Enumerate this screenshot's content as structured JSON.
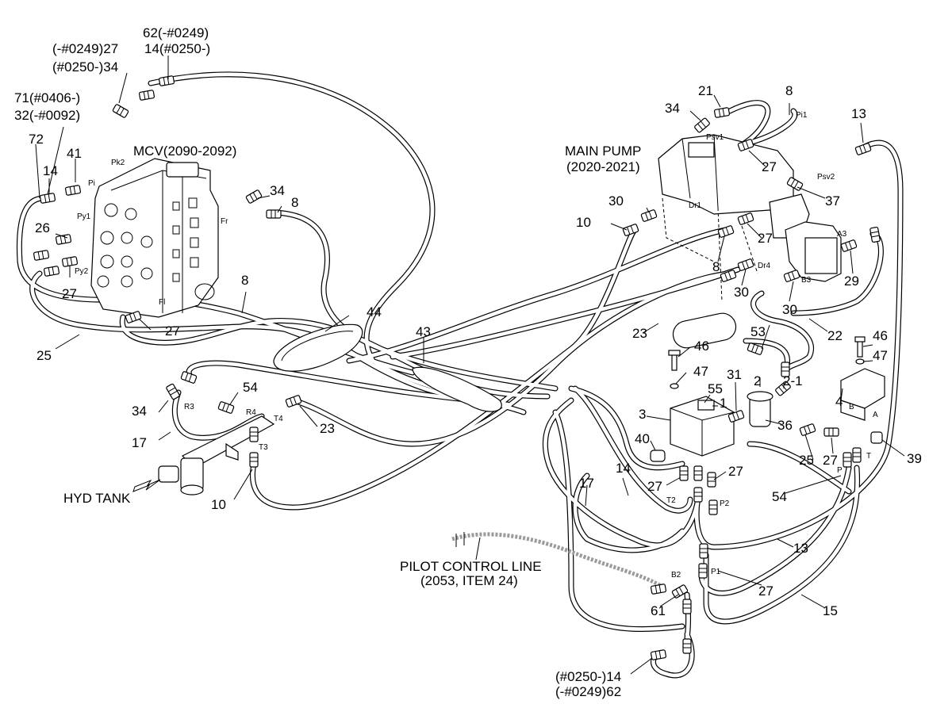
{
  "headers": {
    "mcv": "MCV(2090-2092)",
    "main_pump": "MAIN PUMP",
    "main_pump_range": "(2020-2021)",
    "hyd_tank": "HYD TANK",
    "pilot_control_line": "PILOT CONTROL LINE",
    "pilot_control_ref": "(2053, ITEM 24)"
  },
  "callouts": {
    "top_62": "62(-#0249)",
    "top_14": "14(#0250-)",
    "top_27": "(-#0249)27",
    "top_34": "(#0250-)34",
    "left_71": "71(#0406-)",
    "left_32": "32(-#0092)",
    "l72": "72",
    "l41": "41",
    "l14a": "14",
    "l26": "26",
    "l27a": "27",
    "l34a": "34",
    "l8a": "8",
    "l8b": "8",
    "l27b": "27",
    "l25a": "25",
    "l44": "44",
    "l43": "43",
    "l54a": "54",
    "l23a": "23",
    "l34b": "34",
    "l17a": "17",
    "l10a": "10",
    "l10b": "10",
    "l30a": "30",
    "l21": "21",
    "l34c": "34",
    "l8c": "8",
    "l13a": "13",
    "l27c": "27",
    "l37": "37",
    "l27d": "27",
    "l8d": "8",
    "l30b": "30",
    "l30c": "30",
    "l29": "29",
    "l53": "53",
    "l22": "22",
    "l23b": "23",
    "l46a": "46",
    "l47a": "47",
    "l46b": "46",
    "l47b": "47",
    "l31": "31",
    "l2": "2",
    "l2_1": "2-1",
    "l55": "55",
    "l1": "1",
    "l3": "3",
    "l36": "36",
    "l4": "4",
    "l40": "40",
    "l27e": "27",
    "l27f": "27",
    "l25b": "25",
    "l27g": "27",
    "l39": "39",
    "l17b": "17",
    "l14b": "14",
    "l54b": "54",
    "l13b": "13",
    "l27h": "27",
    "l15": "15",
    "l61": "61",
    "bottom_14": "(#0250-)14",
    "bottom_62": "(-#0249)62"
  },
  "ports": {
    "pi_mcv": "Pi",
    "pk2": "Pk2",
    "py1": "Py1",
    "py2": "Py2",
    "fr": "Fr",
    "fl": "Fl",
    "r3": "R3",
    "r4": "R4",
    "t4": "T4",
    "t3": "T3",
    "pi_pump": "Pi1",
    "psv1": "Psv1",
    "psv2": "Psv2",
    "dr1": "Dr1",
    "dr4": "Dr4",
    "a3": "A3",
    "b3": "B3",
    "t2": "T2",
    "p2": "P2",
    "p1": "P1",
    "b2": "B2",
    "t": "T",
    "p": "P",
    "a": "A",
    "b": "B"
  },
  "icons": {
    "arrow": "hollow-arrow-icon"
  }
}
